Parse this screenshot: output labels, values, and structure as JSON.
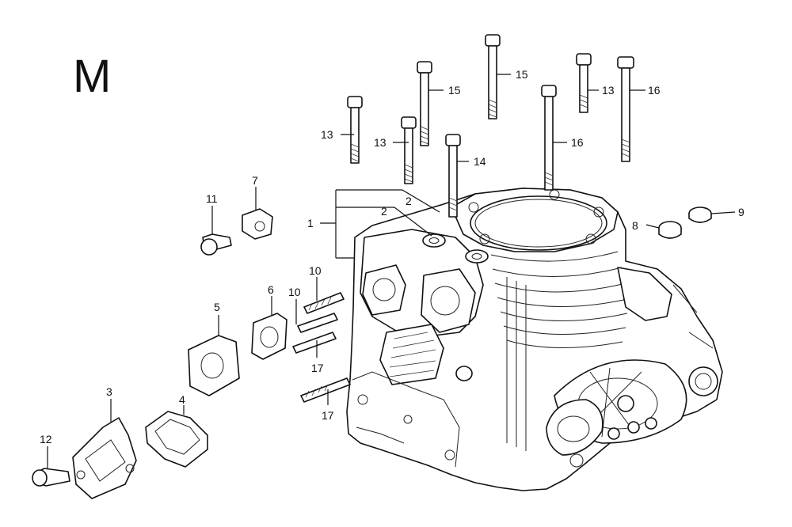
{
  "diagram": {
    "section_letter": "M",
    "callouts": [
      {
        "id": "c1",
        "label": "1"
      },
      {
        "id": "c2a",
        "label": "2"
      },
      {
        "id": "c2b",
        "label": "2"
      },
      {
        "id": "c3",
        "label": "3"
      },
      {
        "id": "c4",
        "label": "4"
      },
      {
        "id": "c5",
        "label": "5"
      },
      {
        "id": "c6",
        "label": "6"
      },
      {
        "id": "c7",
        "label": "7"
      },
      {
        "id": "c8",
        "label": "8"
      },
      {
        "id": "c9",
        "label": "9"
      },
      {
        "id": "c10a",
        "label": "10"
      },
      {
        "id": "c10b",
        "label": "10"
      },
      {
        "id": "c11",
        "label": "11"
      },
      {
        "id": "c12",
        "label": "12"
      },
      {
        "id": "c13a",
        "label": "13"
      },
      {
        "id": "c13b",
        "label": "13"
      },
      {
        "id": "c13c",
        "label": "13"
      },
      {
        "id": "c14",
        "label": "14"
      },
      {
        "id": "c15a",
        "label": "15"
      },
      {
        "id": "c15b",
        "label": "15"
      },
      {
        "id": "c16a",
        "label": "16"
      },
      {
        "id": "c16b",
        "label": "16"
      },
      {
        "id": "c17a",
        "label": "17"
      },
      {
        "id": "c17b",
        "label": "17"
      }
    ]
  }
}
